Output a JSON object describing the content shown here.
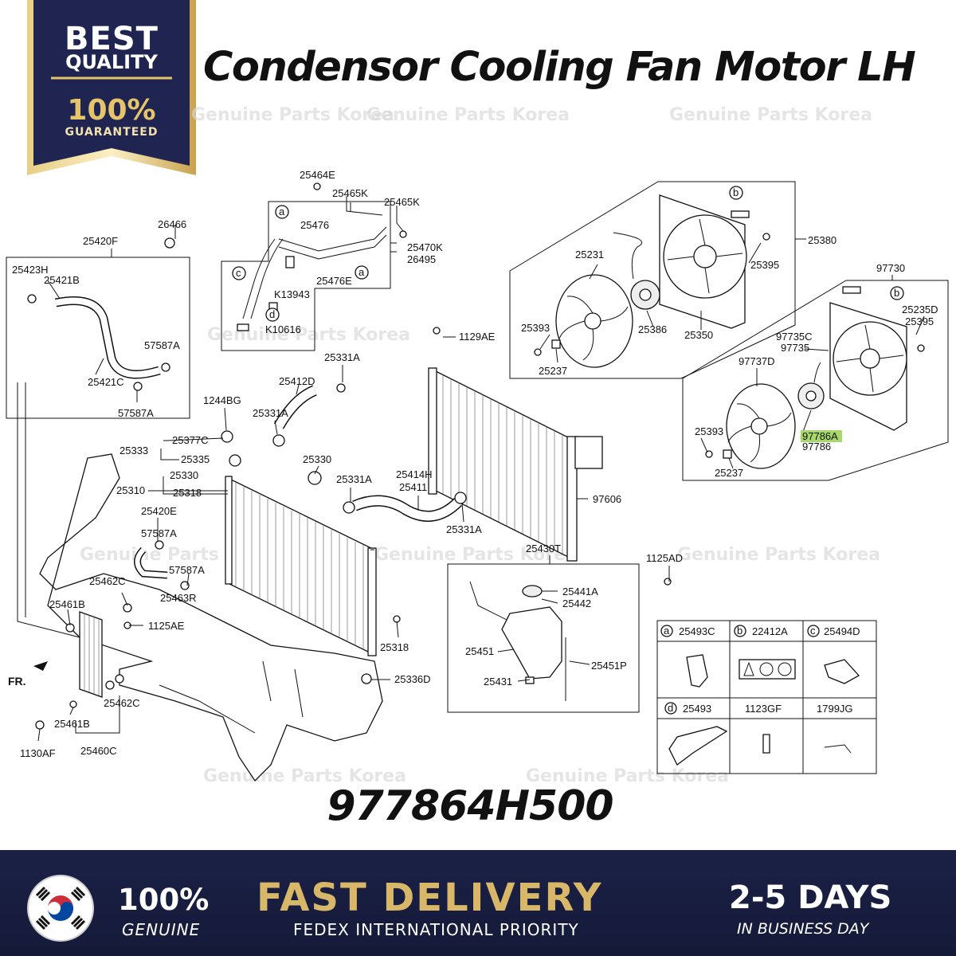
{
  "badge": {
    "line1": "BEST",
    "line2": "QUALITY",
    "line3": "100%",
    "line4": "GUARANTEED"
  },
  "title": "Condensor Cooling Fan Motor LH",
  "part_number": "977864H500",
  "watermark": "Genuine Parts Korea",
  "colors": {
    "navy": "#1b2146",
    "gold": "#d8b868",
    "highlight": "#a8d86a"
  },
  "labels": {
    "l25464E": "25464E",
    "l25465K_a": "25465K",
    "l25465K_b": "25465K",
    "l26466": "26466",
    "l25420F": "25420F",
    "l25476": "25476",
    "l25470K": "25470K",
    "l26495": "26495",
    "l25476E": "25476E",
    "lK13943": "K13943",
    "lK10616": "K10616",
    "l25423H": "25423H",
    "l25421B": "25421B",
    "l57587A_1": "57587A",
    "l25421C": "25421C",
    "l57587A_2": "57587A",
    "l25380": "25380",
    "l25231": "25231",
    "l25395_a": "25395",
    "l25393_a": "25393",
    "l25386": "25386",
    "l25350": "25350",
    "l25237_a": "25237",
    "l97730": "97730",
    "l25235D": "25235D",
    "l25395_b": "25395",
    "l97735C": "97735C",
    "l97735": "97735",
    "l97737D": "97737D",
    "l25393_b": "25393",
    "l97786A": "97786A",
    "l97786": "97786",
    "l25237_b": "25237",
    "l1129AE": "1129AE",
    "l25331A_1": "25331A",
    "l25412D": "25412D",
    "l1244BG": "1244BG",
    "l25331A_2": "25331A",
    "l25377C": "25377C",
    "l25333": "25333",
    "l25335": "25335",
    "l25330_a": "25330",
    "l25330_b": "25330",
    "l25331A_3": "25331A",
    "l25414H": "25414H",
    "l25411": "25411",
    "l25310": "25310",
    "l25318_a": "25318",
    "l25420E": "25420E",
    "l57587A_3": "57587A",
    "l97606": "97606",
    "l25331A_4": "25331A",
    "l25430T": "25430T",
    "l57587A_4": "57587A",
    "l25462C_a": "25462C",
    "l25463R": "25463R",
    "l1125AD": "1125AD",
    "l25441A": "25441A",
    "l25442": "25442",
    "l25461B_a": "25461B",
    "l1125AE": "1125AE",
    "l25318_b": "25318",
    "l25451": "25451",
    "l25451P": "25451P",
    "lFR": "FR.",
    "l25336D": "25336D",
    "l25431": "25431",
    "l25462C_b": "25462C",
    "l25461B_b": "25461B",
    "l1130AF": "1130AF",
    "l25460C": "25460C"
  },
  "callouts": {
    "a": "a",
    "b": "b",
    "c": "c",
    "d": "d"
  },
  "legend": {
    "a_code": "25493C",
    "b_code": "22412A",
    "c_code": "25494D",
    "d_code": "25493",
    "e_code": "1123GF",
    "f_code": "1799JG"
  },
  "footer": {
    "genuine_pct": "100%",
    "genuine_label": "GENUINE",
    "fast_delivery": "FAST DELIVERY",
    "shipping": "FEDEX INTERNATIONAL PRIORITY",
    "days": "2-5 DAYS",
    "business_day": "IN BUSINESS DAY"
  }
}
